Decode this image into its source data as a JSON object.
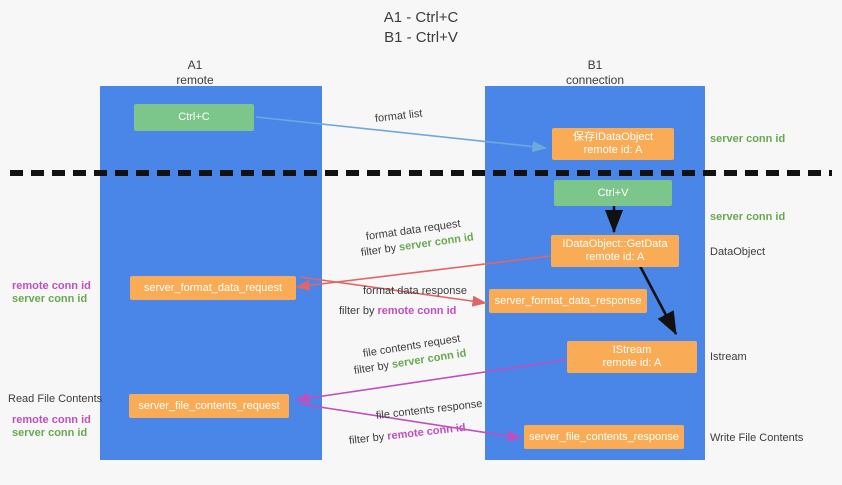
{
  "title": {
    "line1": "A1 - Ctrl+C",
    "line2": "B1 - Ctrl+V"
  },
  "columns": [
    {
      "name": "A1",
      "role": "remote"
    },
    {
      "name": "B1",
      "role": "connection"
    }
  ],
  "nodes": {
    "ctrl_c": {
      "line1": "Ctrl+C",
      "line2": ""
    },
    "save_idataobject": {
      "line1": "保存IDataObject",
      "line2": "remote id: A"
    },
    "ctrl_v": {
      "line1": "Ctrl+V",
      "line2": ""
    },
    "getdata": {
      "line1": "IDataObject::GetData",
      "line2": "remote id: A"
    },
    "format_data_request": {
      "line1": "server_format_data_request",
      "line2": ""
    },
    "format_data_response": {
      "line1": "server_format_data_response",
      "line2": ""
    },
    "istream": {
      "line1": "IStream",
      "line2": "remote id: A"
    },
    "file_contents_request": {
      "line1": "server_file_contents_request",
      "line2": ""
    },
    "file_contents_response": {
      "line1": "server_file_contents_response",
      "line2": ""
    }
  },
  "annotations": {
    "format_list": "format list",
    "format_data_request_title": "format data request",
    "format_data_request_filter_prefix": "filter by ",
    "format_data_request_filter_value": "server conn id",
    "format_data_response_title": "format data response",
    "format_data_response_filter_prefix": "filter by ",
    "format_data_response_filter_value": "remote conn id",
    "file_contents_request_title": "file contents request",
    "file_contents_request_filter_prefix": "filter by ",
    "file_contents_request_filter_value": "server conn id",
    "file_contents_response_title": "file contents response",
    "file_contents_response_filter_prefix": "filter by ",
    "file_contents_response_filter_value": "remote conn id"
  },
  "side_labels": {
    "right_server_conn_id_1": "server conn id",
    "right_server_conn_id_2": "server conn id",
    "right_dataobject": "DataObject",
    "right_istream": "Istream",
    "right_write_file_contents": "Write File Contents",
    "left_remote_conn_id_1": "remote conn id",
    "left_server_conn_id_1": "server conn id",
    "left_read_file_contents": "Read File Contents",
    "left_remote_conn_id_2": "remote conn id",
    "left_server_conn_id_2": "server conn id"
  },
  "colors": {
    "lane": "#4a86e8",
    "node_orange": "#f9ab55",
    "node_green": "#7cc68b",
    "text_green": "#6aa84f",
    "text_magenta": "#c14fc1",
    "arrow_blue": "#6fa8dc",
    "arrow_red": "#e06666",
    "arrow_magenta": "#bf4fbf",
    "arrow_black": "#111111",
    "background": "#f7f7f7"
  }
}
